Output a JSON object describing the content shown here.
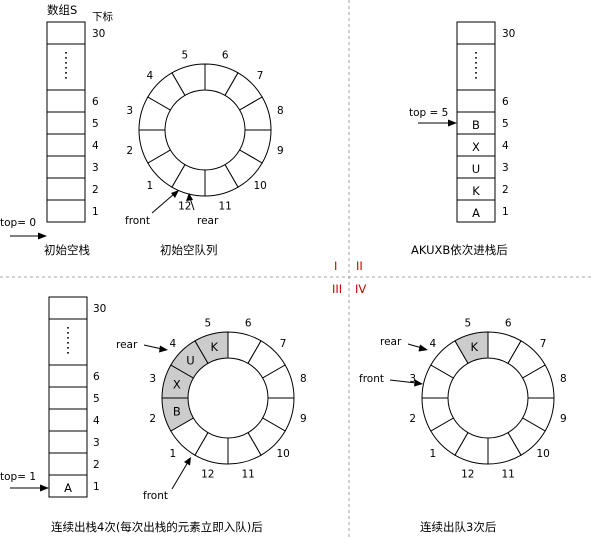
{
  "colors": {
    "line": "#000000",
    "divider": "#888888",
    "filled": "#cccccc",
    "quadrant_label": "#cc0000"
  },
  "labels": {
    "array_name": "数组S",
    "index_header": "下标"
  },
  "quadrant_labels": [
    "I",
    "II",
    "III",
    "IV"
  ],
  "panels": {
    "p1": {
      "caption": "初始空栈",
      "top_label": "top= 0",
      "indices": [
        "30",
        "6",
        "5",
        "4",
        "3",
        "2",
        "1"
      ],
      "cells": [
        "",
        "",
        "",
        "",
        "",
        ""
      ]
    },
    "p2": {
      "caption": "初始空队列",
      "slot_numbers": [
        "1",
        "2",
        "3",
        "4",
        "5",
        "6",
        "7",
        "8",
        "9",
        "10",
        "11",
        "12"
      ],
      "slots": [
        "",
        "",
        "",
        "",
        "",
        "",
        "",
        "",
        "",
        "",
        "",
        ""
      ],
      "front_label": "front",
      "rear_label": "rear"
    },
    "p3": {
      "caption": "AKUXB依次进栈后",
      "top_label": "top = 5",
      "indices": [
        "30",
        "6",
        "5",
        "4",
        "3",
        "2",
        "1"
      ],
      "cells": [
        "A",
        "K",
        "U",
        "X",
        "B",
        ""
      ]
    },
    "p4": {
      "caption": "连续出栈4次(每次出栈的元素立即入队)后",
      "top_label": "top= 1",
      "indices": [
        "30",
        "6",
        "5",
        "4",
        "3",
        "2",
        "1"
      ],
      "cells": [
        "A",
        "",
        "",
        "",
        "",
        ""
      ]
    },
    "p5": {
      "slot_numbers": [
        "1",
        "2",
        "3",
        "4",
        "5",
        "6",
        "7",
        "8",
        "9",
        "10",
        "11",
        "12"
      ],
      "slots": [
        "",
        "B",
        "X",
        "U",
        "K",
        "",
        "",
        "",
        "",
        "",
        "",
        ""
      ],
      "front_label": "front",
      "rear_label": "rear"
    },
    "p6": {
      "caption": "连续出队3次后",
      "slot_numbers": [
        "1",
        "2",
        "3",
        "4",
        "5",
        "6",
        "7",
        "8",
        "9",
        "10",
        "11",
        "12"
      ],
      "slots": [
        "",
        "",
        "",
        "",
        "K",
        "",
        "",
        "",
        "",
        "",
        "",
        ""
      ],
      "front_label": "front",
      "rear_label": "rear"
    }
  }
}
